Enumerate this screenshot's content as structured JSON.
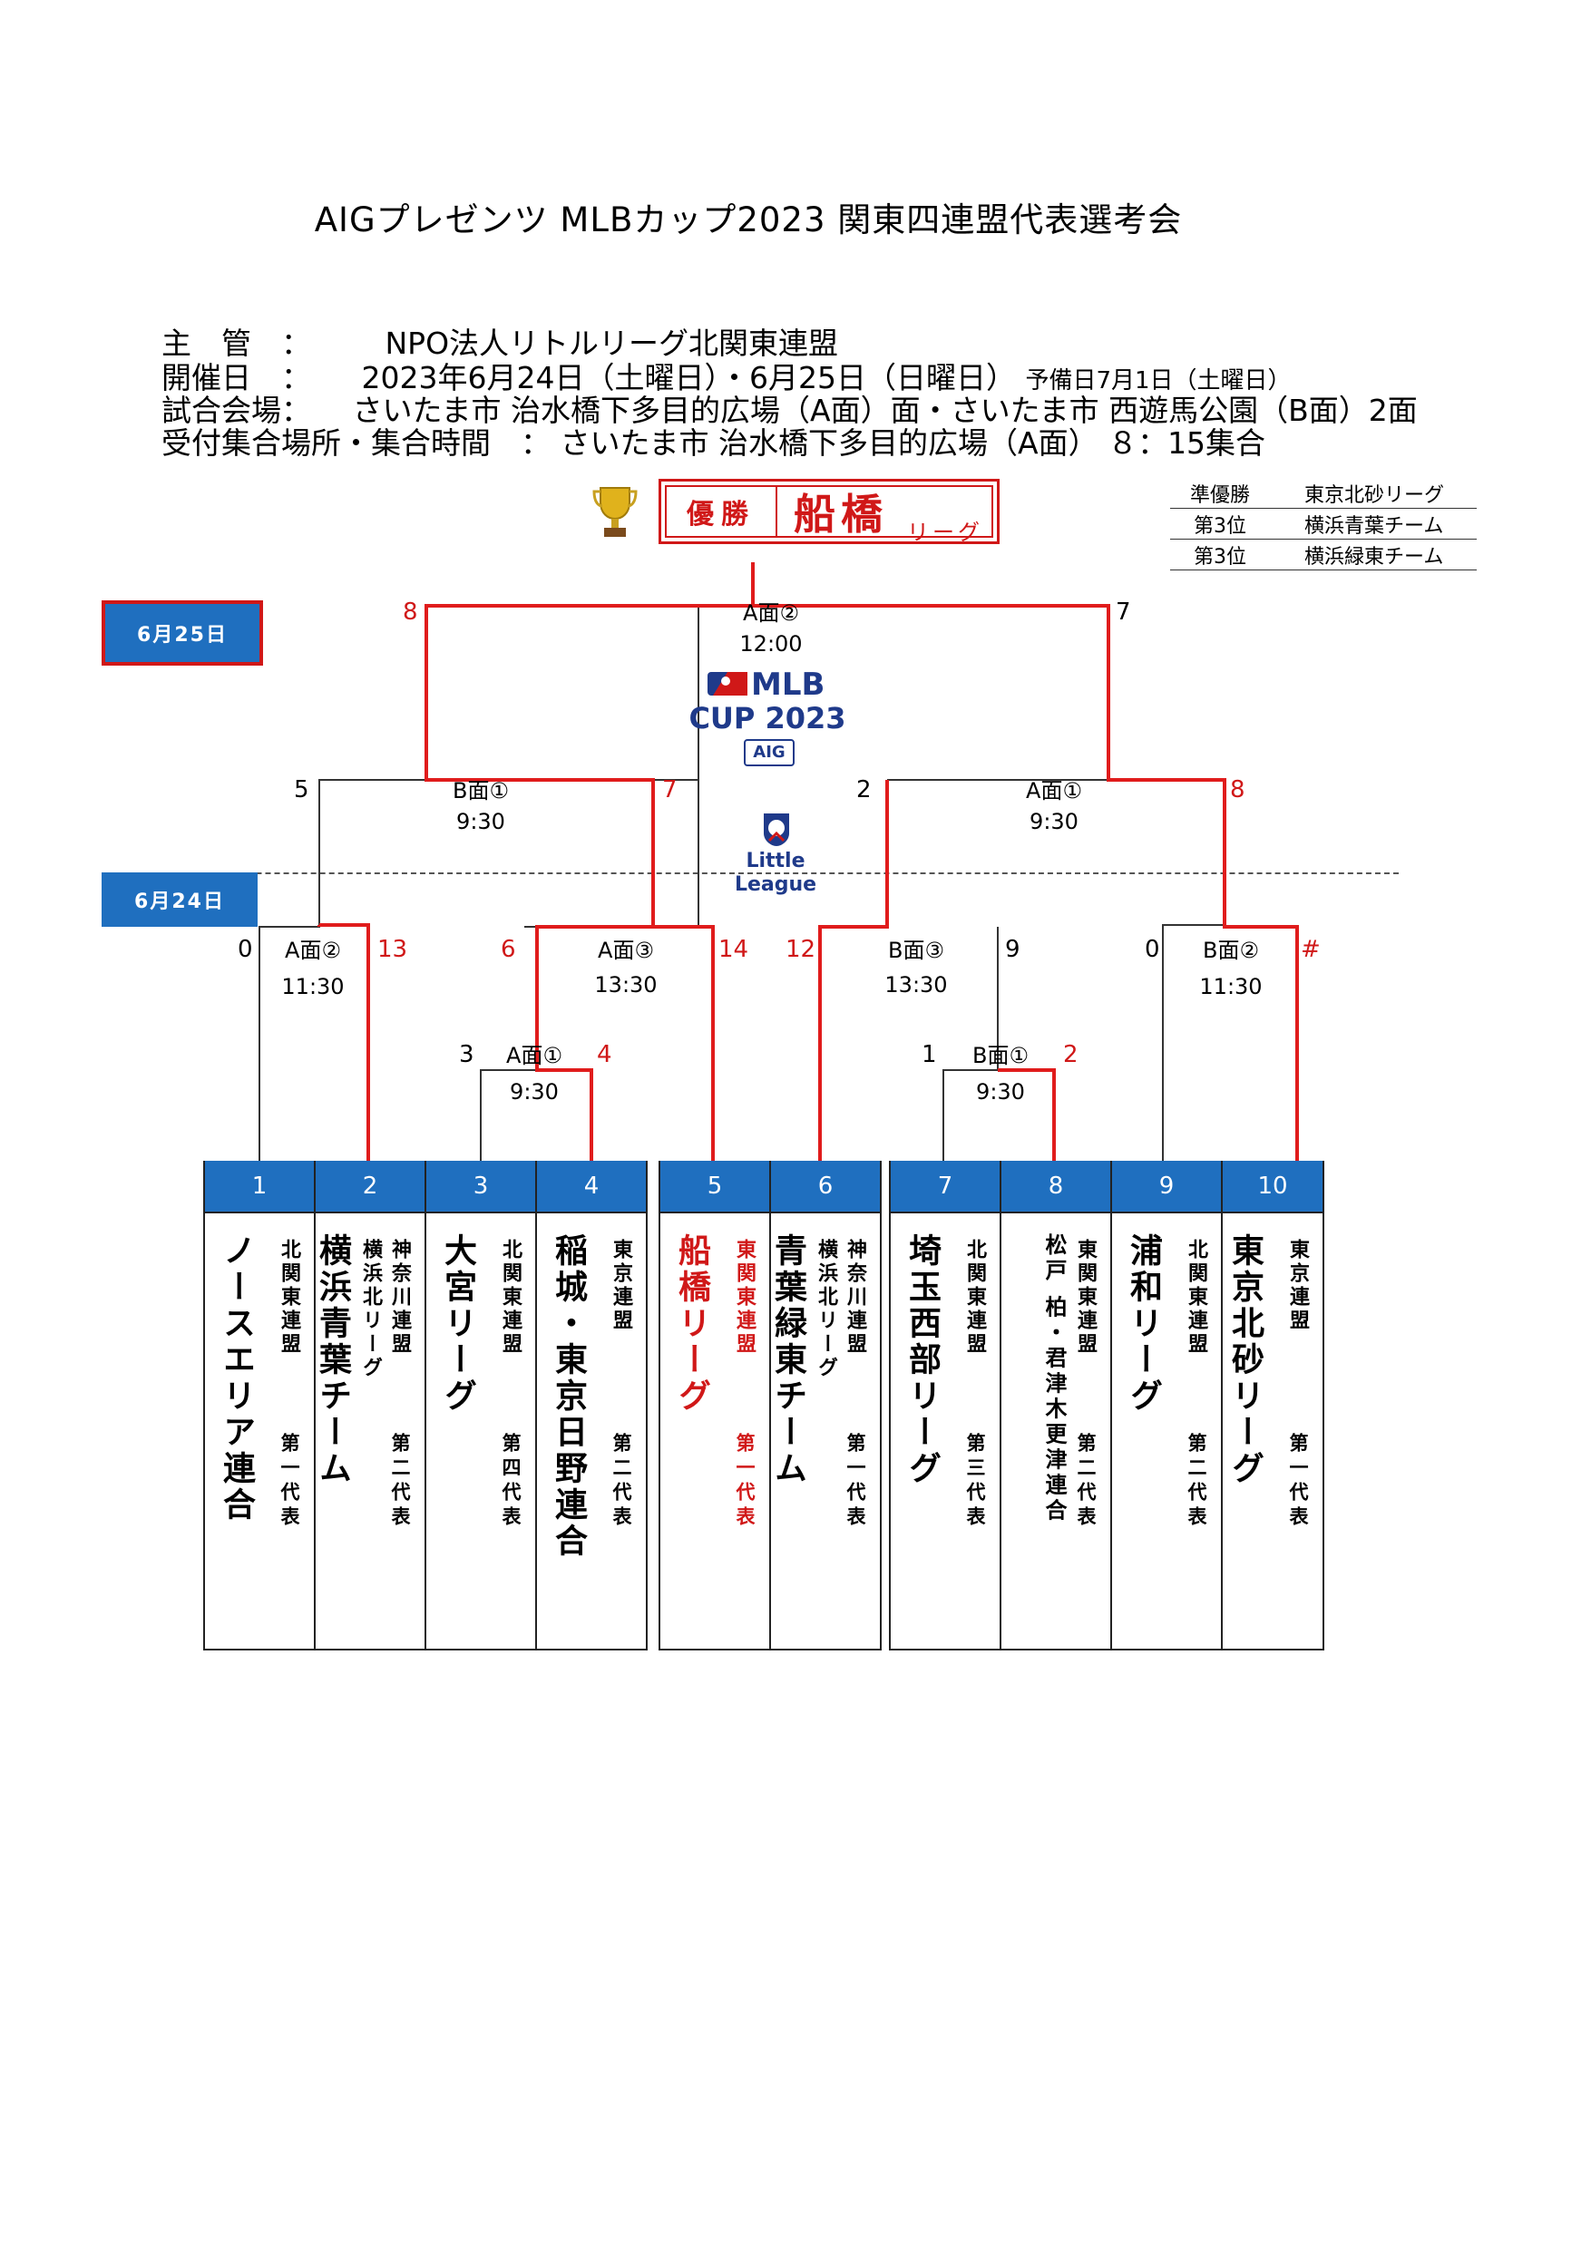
{
  "title": "AIGプレゼンツ MLBカップ2023 関東四連盟代表選考会",
  "info": [
    {
      "label": "主　管　：",
      "value": "NPO法人リトルリーグ北関東連盟",
      "note": ""
    },
    {
      "label": "開催日　：",
      "value": "2023年6月24日（土曜日）・6月25日（日曜日）",
      "note": "予備日7月1日（土曜日）"
    },
    {
      "label": "試合会場：",
      "value": "さいたま市 治水橋下多目的広場（A面）面・さいたま市 西遊馬公園（B面）2面",
      "note": ""
    },
    {
      "label": "受付集合場所・集合時間　：",
      "value": "さいたま市 治水橋下多目的広場（A面） ８：15集合",
      "note": ""
    }
  ],
  "champion": {
    "label": "優勝",
    "team": "船橋",
    "suffix": "リーグ"
  },
  "results": [
    {
      "rank": "準優勝",
      "team": "東京北砂リーグ"
    },
    {
      "rank": "第3位",
      "team": "横浜青葉チーム"
    },
    {
      "rank": "第3位",
      "team": "横浜緑東チーム"
    }
  ],
  "dates": {
    "day2": "6月25日",
    "day1": "6月24日"
  },
  "logo": {
    "line1": "MLB",
    "line2": "CUP 2023",
    "line3": "AIG"
  },
  "little_league": {
    "line1": "Little",
    "line2": "League"
  },
  "matches": {
    "final": {
      "venue": "A面②",
      "time": "12:00",
      "left": "8",
      "right": "7"
    },
    "sf_left": {
      "venue": "B面①",
      "time": "9:30",
      "left": "5",
      "right": "7"
    },
    "sf_right": {
      "venue": "A面①",
      "time": "9:30",
      "left": "2",
      "right": "8"
    },
    "r2_1": {
      "venue": "A面②",
      "time": "11:30",
      "left": "0",
      "right": "13"
    },
    "r2_2": {
      "venue": "A面③",
      "time": "13:30",
      "left": "6",
      "right": "14"
    },
    "r2_3": {
      "venue": "B面③",
      "time": "13:30",
      "left": "12",
      "right": "9"
    },
    "r2_4": {
      "venue": "B面②",
      "time": "11:30",
      "left": "0",
      "right": "#"
    },
    "r1_1": {
      "venue": "A面①",
      "time": "9:30",
      "left": "3",
      "right": "4"
    },
    "r1_2": {
      "venue": "B面①",
      "time": "9:30",
      "left": "1",
      "right": "2"
    }
  },
  "teams": [
    {
      "num": "1",
      "name": "ノースエリア連合",
      "league": "北関東連盟",
      "rep": "第一代表"
    },
    {
      "num": "2",
      "name": "横浜青葉チーム",
      "league": "神奈川連盟",
      "sub": "横浜北リーグ",
      "rep": "第二代表"
    },
    {
      "num": "3",
      "name": "大宮リーグ",
      "league": "北関東連盟",
      "rep": "第四代表"
    },
    {
      "num": "4",
      "name": "稲城・東京日野連合",
      "league": "東京連盟",
      "rep": "第二代表"
    },
    {
      "num": "5",
      "name": "船橋リーグ",
      "league": "東関東連盟",
      "rep": "第一代表"
    },
    {
      "num": "6",
      "name": "青葉緑東チーム",
      "league": "神奈川連盟",
      "sub": "横浜北リーグ",
      "rep": "第一代表"
    },
    {
      "num": "7",
      "name": "埼玉西部リーグ",
      "league": "北関東連盟",
      "rep": "第三代表"
    },
    {
      "num": "8",
      "name": "松戸 柏・君津木更津連合",
      "league": "東関東連盟",
      "rep": "第二代表"
    },
    {
      "num": "9",
      "name": "浦和リーグ",
      "league": "北関東連盟",
      "rep": "第二代表"
    },
    {
      "num": "10",
      "name": "東京北砂リーグ",
      "league": "東京連盟",
      "rep": "第一代表"
    }
  ]
}
